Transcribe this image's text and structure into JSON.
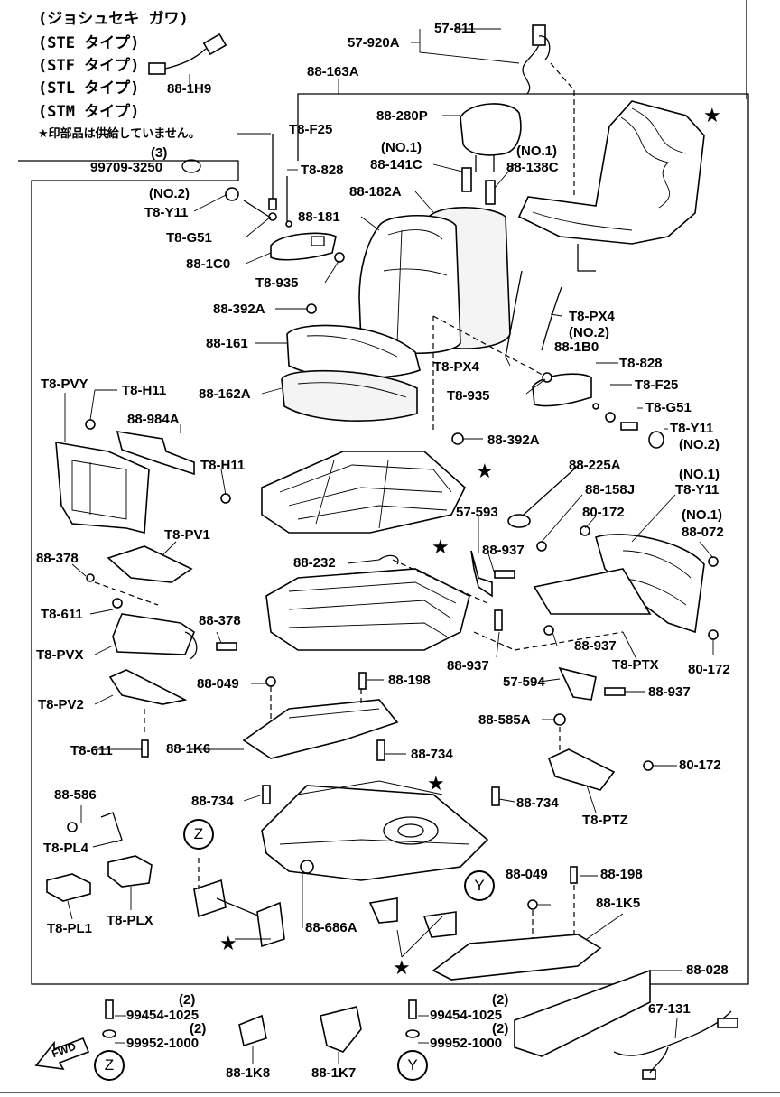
{
  "header": {
    "title_lines": [
      "(ジョシュセキ ガワ)",
      "(STE タイプ)",
      "(STF タイプ)",
      "(STL タイプ)",
      "(STM タイプ)"
    ],
    "note": "★印部品は供給していません。"
  },
  "callouts": {
    "c_88_1H9": "88-1H9",
    "c_3": "(3)",
    "c_99709_3250": "99709-3250",
    "c_57_811": "57-811",
    "c_57_920A": "57-920A",
    "c_88_163A": "88-163A",
    "c_88_280P": "88-280P",
    "c_T8_F25_a": "T8-F25",
    "c_T8_828_a": "T8-828",
    "c_no2_a": "(NO.2)",
    "c_T8_Y11_a": "T8-Y11",
    "c_T8_G51_a": "T8-G51",
    "c_88_1C0": "88-1C0",
    "c_T8_935_a": "T8-935",
    "c_no1_a": "(NO.1)",
    "c_88_141C": "88-141C",
    "c_no1_b": "(NO.1)",
    "c_88_138C": "88-138C",
    "c_88_182A": "88-182A",
    "c_88_181": "88-181",
    "c_88_392A_a": "88-392A",
    "c_88_161": "88-161",
    "c_88_162A": "88-162A",
    "c_T8_PX4_a": "T8-PX4",
    "c_no2_b": "(NO.2)",
    "c_88_1B0": "88-1B0",
    "c_T8_PX4_b": "T8-PX4",
    "c_T8_935_b": "T8-935",
    "c_T8_828_b": "T8-828",
    "c_T8_F25_b": "T8-F25",
    "c_T8_G51_b": "T8-G51",
    "c_T8_Y11_b": "T8-Y11",
    "c_no2_c": "(NO.2)",
    "c_88_392A_b": "88-392A",
    "c_T8_PVY": "T8-PVY",
    "c_T8_H11_a": "T8-H11",
    "c_88_984A": "88-984A",
    "c_T8_H11_b": "T8-H11",
    "c_88_225A": "88-225A",
    "c_no1_c": "(NO.1)",
    "c_88_158J": "88-158J",
    "c_T8_Y11_c": "T8-Y11",
    "c_80_172_a": "80-172",
    "c_no1_d": "(NO.1)",
    "c_88_072": "88-072",
    "c_57_593": "57-593",
    "c_T8_PV1": "T8-PV1",
    "c_88_378_a": "88-378",
    "c_88_232": "88-232",
    "c_88_937_a": "88-937",
    "c_T8_611_a": "T8-611",
    "c_88_378_b": "88-378",
    "c_T8_PVX": "T8-PVX",
    "c_88_937_b": "88-937",
    "c_88_937_c": "88-937",
    "c_T8_PTX": "T8-PTX",
    "c_80_172_b": "80-172",
    "c_88_049_a": "88-049",
    "c_88_198_a": "88-198",
    "c_57_594": "57-594",
    "c_88_937_d": "88-937",
    "c_T8_PV2": "T8-PV2",
    "c_88_585A": "88-585A",
    "c_T8_611_b": "T8-611",
    "c_88_1K6": "88-1K6",
    "c_88_734_a": "88-734",
    "c_80_172_c": "80-172",
    "c_88_586": "88-586",
    "c_88_734_b": "88-734",
    "c_88_734_c": "88-734",
    "c_T8_PTZ": "T8-PTZ",
    "c_T8_PL4": "T8-PL4",
    "c_88_049_b": "88-049",
    "c_88_198_b": "88-198",
    "c_88_1K5": "88-1K5",
    "c_T8_PL1": "T8-PL1",
    "c_T8_PLX": "T8-PLX",
    "c_88_686A": "88-686A",
    "c_88_028": "88-028",
    "c_67_131": "67-131",
    "c_99454_a": "99454-1025",
    "c_2_a": "(2)",
    "c_2_b": "(2)",
    "c_99952_a": "99952-1000",
    "c_99454_b": "99454-1025",
    "c_2_c": "(2)",
    "c_2_d": "(2)",
    "c_99952_b": "99952-1000",
    "c_88_1K8": "88-1K8",
    "c_88_1K7": "88-1K7",
    "circle_Z": "Z",
    "circle_Y": "Y",
    "fwd": "FWD",
    "star": "★"
  }
}
